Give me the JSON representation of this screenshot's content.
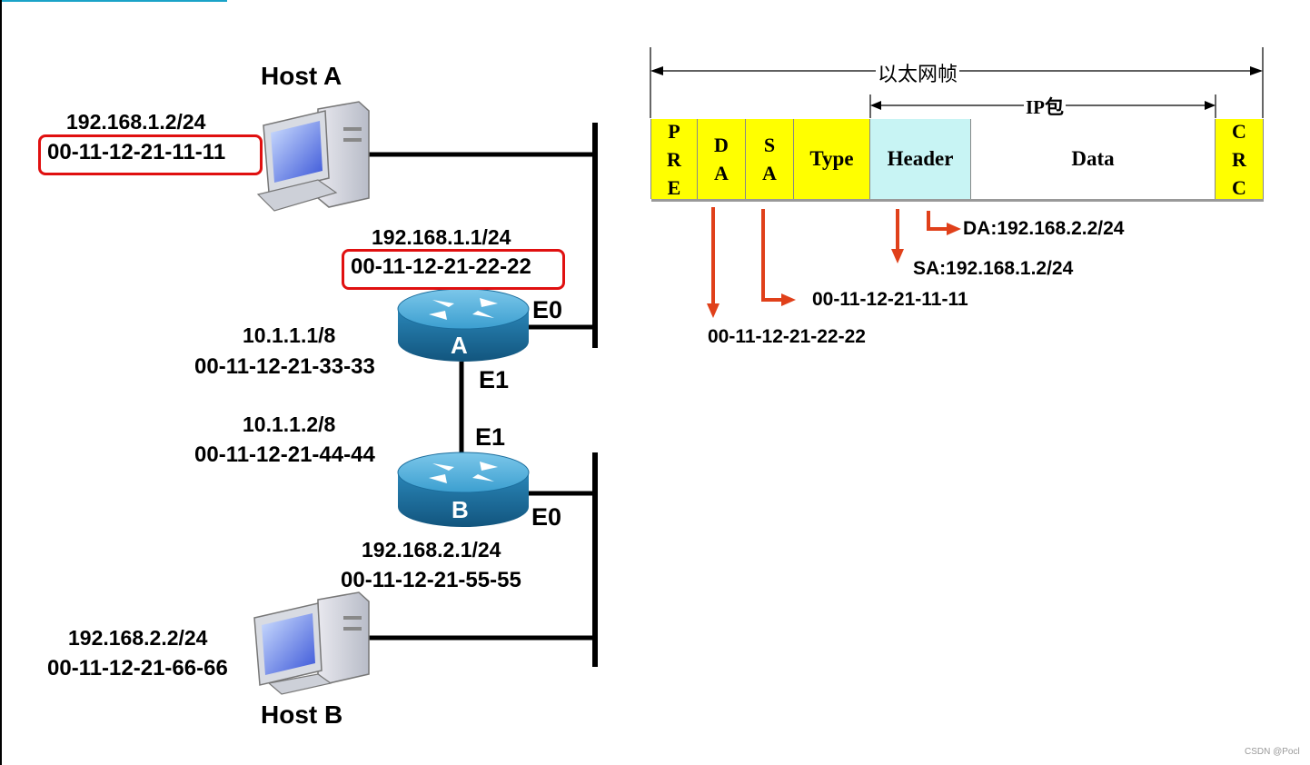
{
  "network": {
    "host_a": {
      "title": "Host A",
      "ip": "192.168.1.2/24",
      "mac": "00-11-12-21-11-11"
    },
    "router_a": {
      "letter": "A",
      "e0_label": "E0",
      "e0_ip": "192.168.1.1/24",
      "e0_mac": "00-11-12-21-22-22",
      "e1_label": "E1",
      "e1_ip": "10.1.1.1/8",
      "e1_mac": "00-11-12-21-33-33"
    },
    "router_b": {
      "letter": "B",
      "e1_label": "E1",
      "e1_ip": "10.1.1.2/8",
      "e1_mac": "00-11-12-21-44-44",
      "e0_label": "E0",
      "e0_ip": "192.168.2.1/24",
      "e0_mac": "00-11-12-21-55-55"
    },
    "host_b": {
      "title": "Host B",
      "ip": "192.168.2.2/24",
      "mac": "00-11-12-21-66-66"
    }
  },
  "frame": {
    "ethernet_label": "以太网帧",
    "ip_label": "IP包",
    "fields": {
      "pre": [
        "P",
        "R",
        "E"
      ],
      "da": [
        "D",
        "A"
      ],
      "sa": [
        "S",
        "A"
      ],
      "type": "Type",
      "header": "Header",
      "data": "Data",
      "crc": [
        "C",
        "R",
        "C"
      ]
    },
    "colors": {
      "yellow_field": "#ffff00",
      "header_field": "#c8f4f4",
      "data_field": "#ffffff"
    }
  },
  "annotations": {
    "da_mac": "00-11-12-21-22-22",
    "sa_mac": "00-11-12-21-11-11",
    "src_ip": "SA:192.168.1.2/24",
    "dst_ip": "DA:192.168.2.2/24"
  },
  "watermark": "CSDN @Pocl"
}
